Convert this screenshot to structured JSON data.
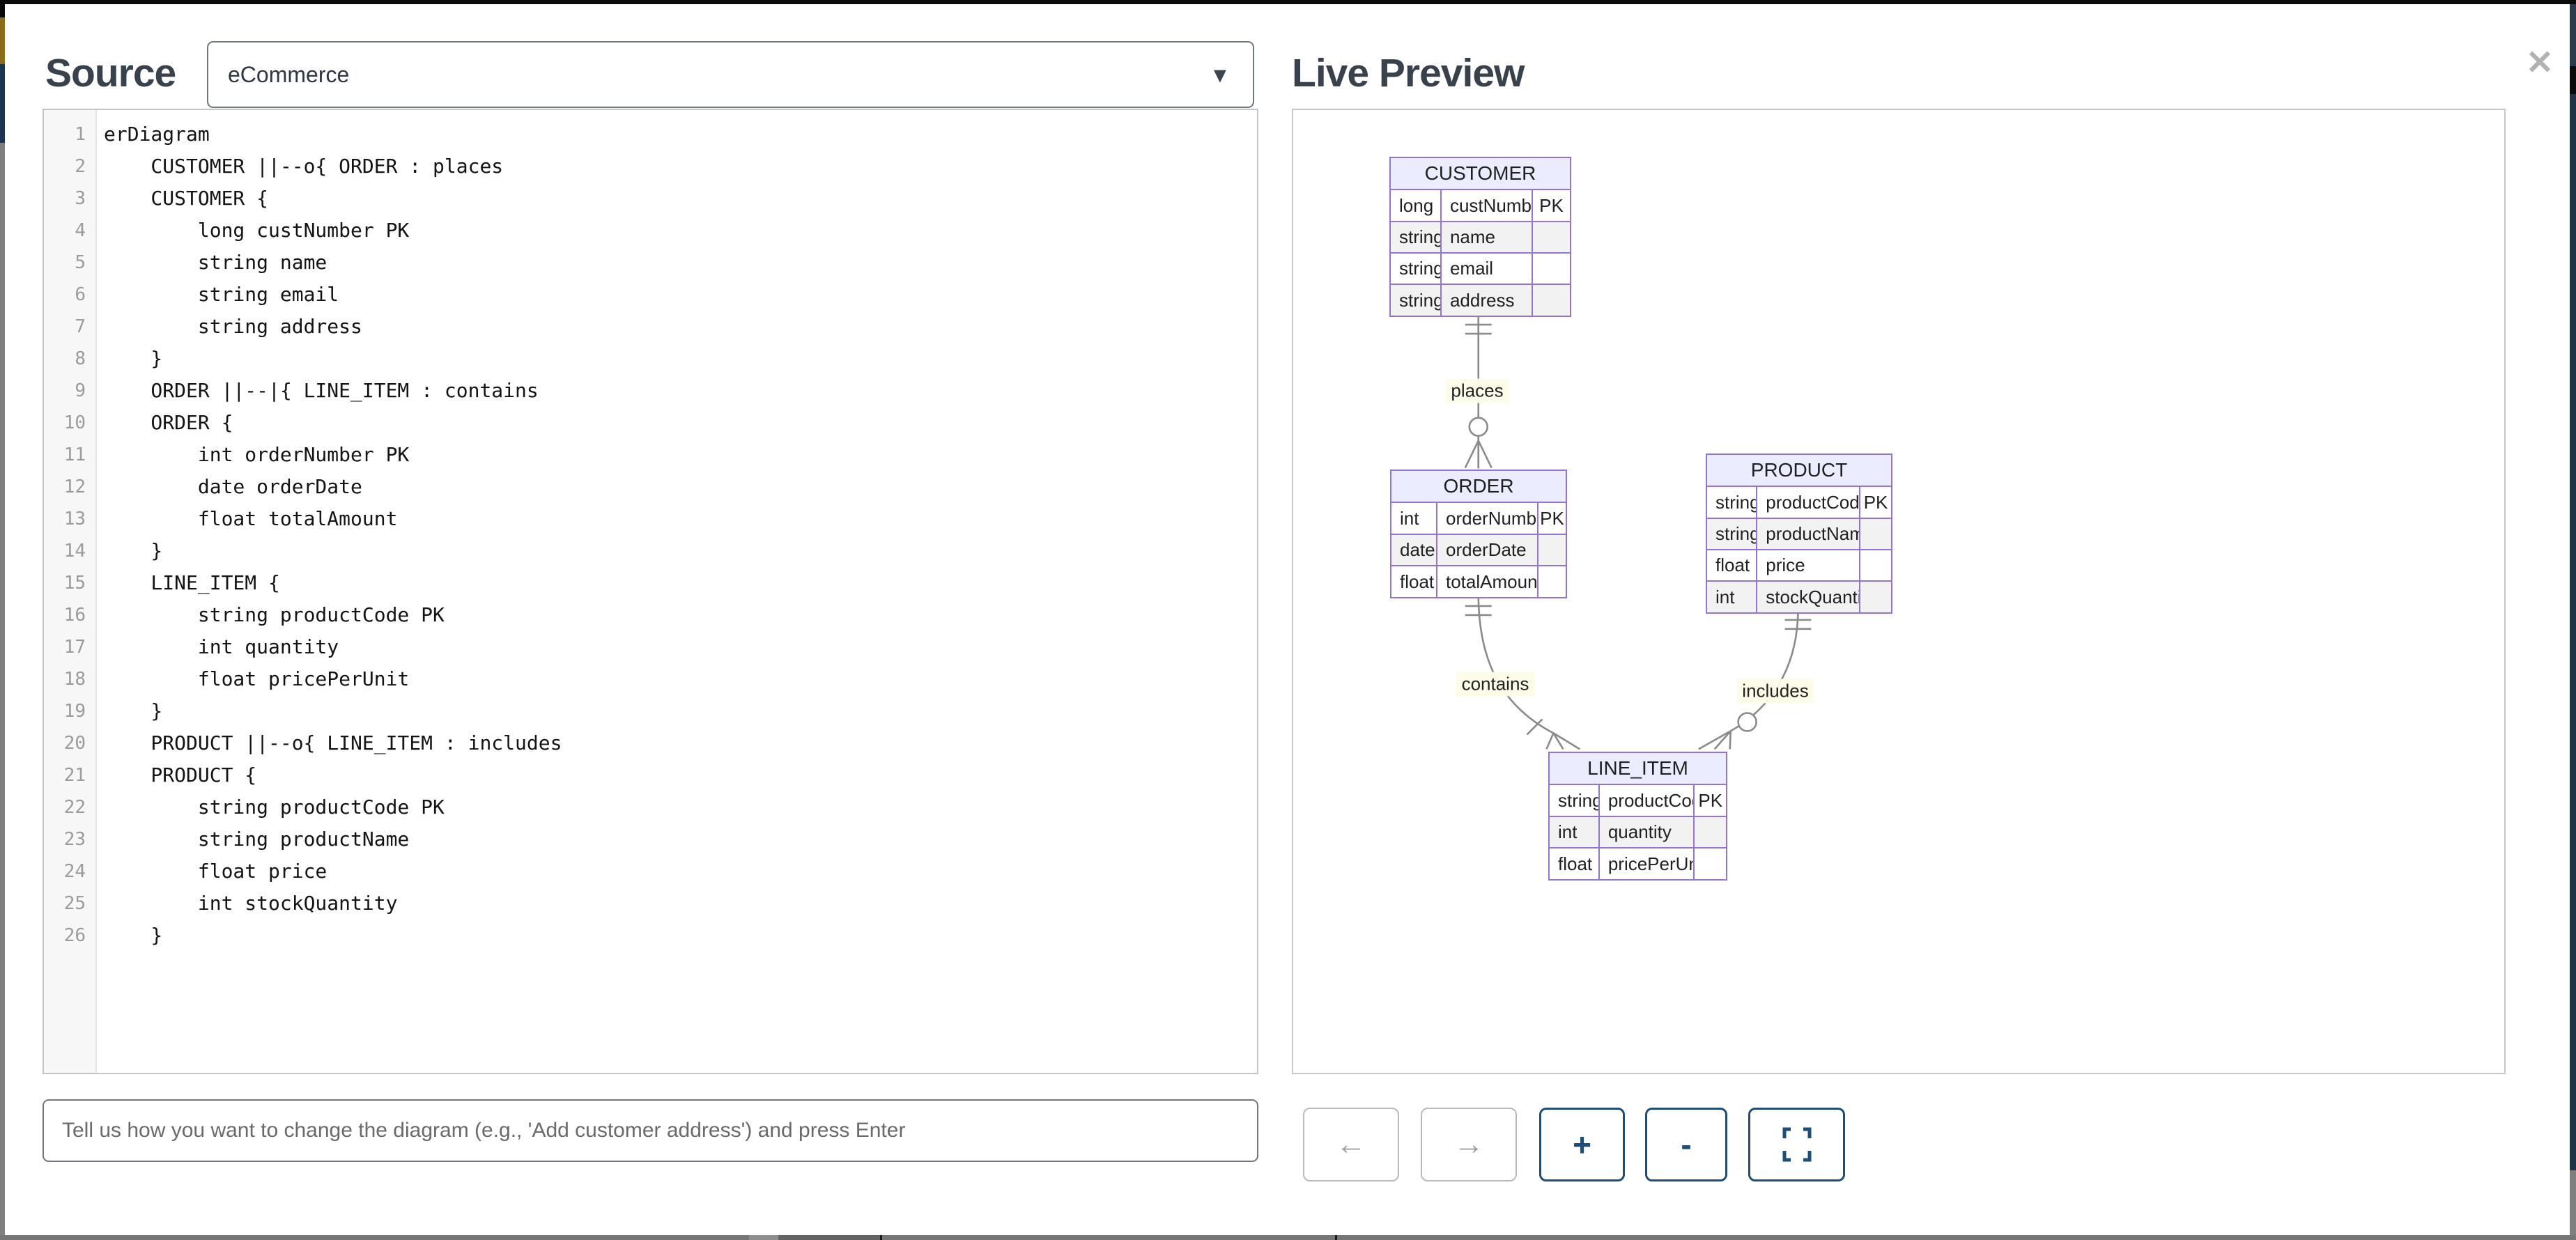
{
  "dialog": {
    "close_icon": "✕",
    "source": {
      "title": "Source",
      "template_select": {
        "value": "eCommerce",
        "caret_icon": "▾"
      },
      "editor": {
        "lines": [
          "erDiagram",
          "    CUSTOMER ||--o{ ORDER : places",
          "    CUSTOMER {",
          "        long custNumber PK",
          "        string name",
          "        string email",
          "        string address",
          "    }",
          "    ORDER ||--|{ LINE_ITEM : contains",
          "    ORDER {",
          "        int orderNumber PK",
          "        date orderDate",
          "        float totalAmount",
          "    }",
          "    LINE_ITEM {",
          "        string productCode PK",
          "        int quantity",
          "        float pricePerUnit",
          "    }",
          "    PRODUCT ||--o{ LINE_ITEM : includes",
          "    PRODUCT {",
          "        string productCode PK",
          "        string productName",
          "        float price",
          "        int stockQuantity",
          "    }"
        ]
      },
      "prompt_input": {
        "placeholder": "Tell us how you want to change the diagram (e.g., 'Add customer address') and press Enter"
      }
    },
    "preview": {
      "title": "Live Preview",
      "diagram": {
        "entities": [
          {
            "name": "CUSTOMER",
            "attributes": [
              [
                "long",
                "custNumber",
                "PK"
              ],
              [
                "string",
                "name",
                ""
              ],
              [
                "string",
                "email",
                ""
              ],
              [
                "string",
                "address",
                ""
              ]
            ]
          },
          {
            "name": "ORDER",
            "attributes": [
              [
                "int",
                "orderNumber",
                "PK"
              ],
              [
                "date",
                "orderDate",
                ""
              ],
              [
                "float",
                "totalAmount",
                ""
              ]
            ]
          },
          {
            "name": "PRODUCT",
            "attributes": [
              [
                "string",
                "productCode",
                "PK"
              ],
              [
                "string",
                "productName",
                ""
              ],
              [
                "float",
                "price",
                ""
              ],
              [
                "int",
                "stockQuantity",
                ""
              ]
            ]
          },
          {
            "name": "LINE_ITEM",
            "attributes": [
              [
                "string",
                "productCode",
                "PK"
              ],
              [
                "int",
                "quantity",
                ""
              ],
              [
                "float",
                "pricePerUnit",
                ""
              ]
            ]
          }
        ],
        "relationships": [
          {
            "from": "CUSTOMER",
            "to": "ORDER",
            "label": "places",
            "cardinality": "||--o{"
          },
          {
            "from": "ORDER",
            "to": "LINE_ITEM",
            "label": "contains",
            "cardinality": "||--|{"
          },
          {
            "from": "PRODUCT",
            "to": "LINE_ITEM",
            "label": "includes",
            "cardinality": "||--o{"
          }
        ]
      },
      "controls": {
        "back_icon": "←",
        "forward_icon": "→",
        "zoom_in_label": "+",
        "zoom_out_label": "-",
        "fullscreen_icon": "fullscreen"
      }
    },
    "colors": {
      "accent": "#1d4e79",
      "entity_header": "#ececff",
      "entity_border": "#9473d3",
      "relationship_line": "#8a8a8a",
      "title_text": "#37424c"
    }
  }
}
